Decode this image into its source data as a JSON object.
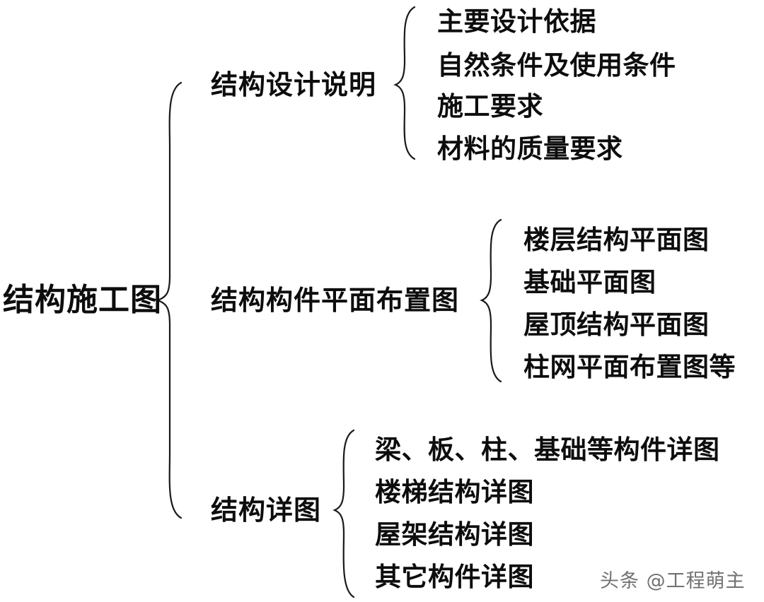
{
  "diagram": {
    "type": "bracket-tree",
    "orientation": "left-to-right",
    "background_color": "#ffffff",
    "line_color": "#1a1a1a",
    "text_color": "#0d0d0d",
    "root": {
      "label": "结构施工图"
    },
    "branches": [
      {
        "label": "结构设计说明",
        "leaves": [
          "主要设计依据",
          "自然条件及使用条件",
          "施工要求",
          "材料的质量要求"
        ]
      },
      {
        "label": "结构构件平面布置图",
        "leaves": [
          "楼层结构平面图",
          "基础平面图",
          "屋顶结构平面图",
          "柱网平面布置图等"
        ]
      },
      {
        "label": "结构详图",
        "leaves": [
          "梁、板、柱、基础等构件详图",
          "楼梯结构详图",
          "屋架结构详图",
          "其它构件详图"
        ]
      }
    ]
  },
  "watermark": {
    "text": "头条 @工程萌主"
  }
}
